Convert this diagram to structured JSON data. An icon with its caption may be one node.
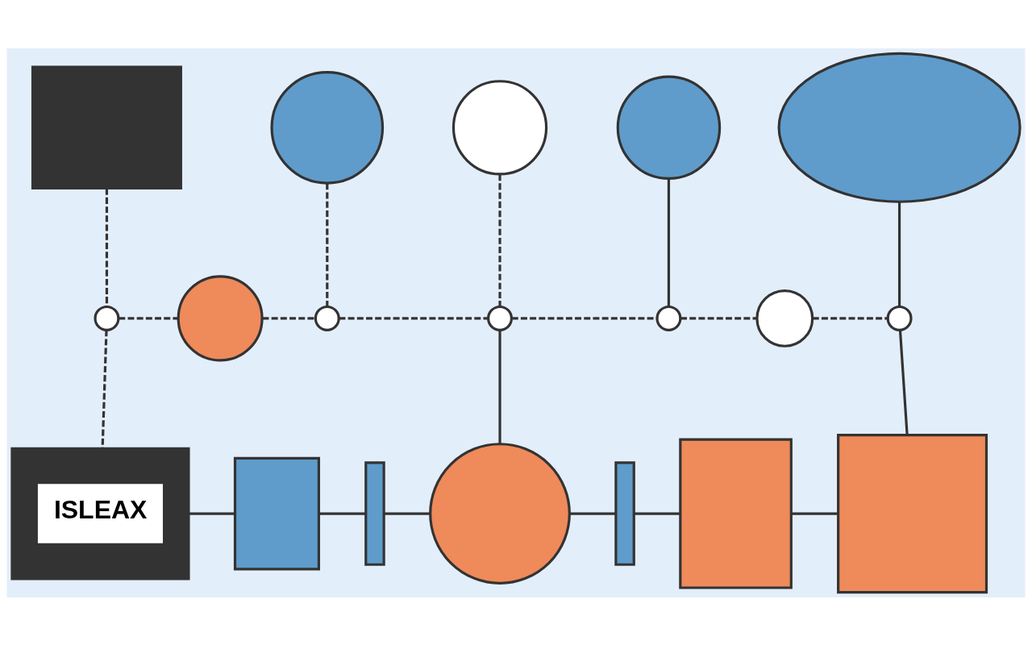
{
  "diagram": {
    "nodes": [
      {
        "text": [],
        "shape": "box"
      },
      {
        "text": [],
        "shape": "circle"
      },
      {
        "text": [],
        "shape": "circle"
      },
      {
        "text": [],
        "shape": "circle"
      },
      {
        "text": [],
        "shape": "cloud"
      },
      {
        "text": [],
        "shape": "circle"
      },
      {
        "text": [],
        "shape": "circle"
      },
      {
        "text": [],
        "shape": "circle"
      },
      {
        "text": [],
        "shape": "circle"
      },
      {
        "text": [],
        "shape": "circle"
      },
      {
        "text": [],
        "shape": "circle"
      },
      {
        "text": [],
        "shape": "circle"
      },
      {
        "text": [
          "ISLEAX"
        ]
      },
      {
        "text": [],
        "shape": "box"
      },
      {
        "text": [],
        "shape": "bar"
      },
      {
        "text": [],
        "shape": "circle"
      },
      {
        "text": [],
        "shape": "bar"
      },
      {
        "text": [],
        "shape": "box"
      },
      {
        "text": [],
        "shape": "box"
      }
    ],
    "edges": [
      {
        "from": 0,
        "to": 5,
        "arrow": "none",
        "style": "dashed"
      },
      {
        "from": 1,
        "to": 7,
        "arrow": "none",
        "style": "dashed"
      },
      {
        "from": 2,
        "to": 8,
        "arrow": "none",
        "style": "dashed"
      },
      {
        "from": 3,
        "to": 9,
        "arrow": "none"
      },
      {
        "from": 4,
        "to": 11,
        "arrow": "none"
      },
      {
        "from": 5,
        "to": 6,
        "arrow": "none",
        "style": "dashed"
      },
      {
        "from": 6,
        "to": 7,
        "arrow": "none",
        "style": "dashed"
      },
      {
        "from": 7,
        "to": 8,
        "arrow": "none",
        "style": "dashed"
      },
      {
        "from": 8,
        "to": 9,
        "arrow": "none",
        "style": "dashed"
      },
      {
        "from": 9,
        "to": 10,
        "arrow": "none",
        "style": "dashed"
      },
      {
        "from": 10,
        "to": 11,
        "arrow": "none",
        "style": "dashed"
      },
      {
        "from": 5,
        "to": 12,
        "arrow": "none",
        "style": "dashed"
      },
      {
        "from": 8,
        "to": 15,
        "arrow": "none"
      },
      {
        "from": 11,
        "to": 18,
        "arrow": "none"
      },
      {
        "from": 12,
        "to": 13,
        "arrow": "none"
      },
      {
        "from": 13,
        "to": 14,
        "arrow": "none"
      },
      {
        "from": 14,
        "to": 15,
        "arrow": "none"
      },
      {
        "from": 15,
        "to": 16,
        "arrow": "none"
      },
      {
        "from": 16,
        "to": 17,
        "arrow": "none"
      },
      {
        "from": 17,
        "to": 18,
        "arrow": "none"
      }
    ]
  }
}
